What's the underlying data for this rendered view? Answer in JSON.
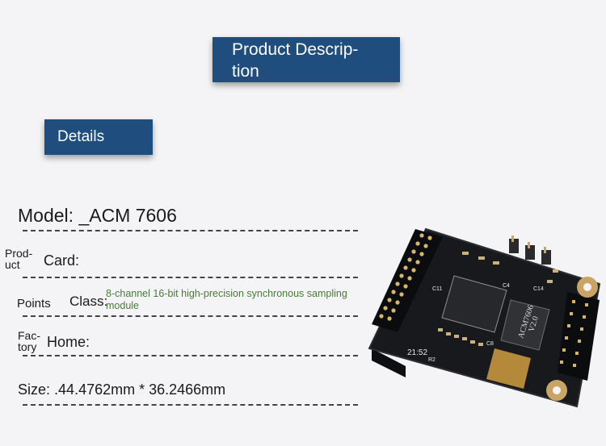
{
  "header": {
    "title_line1": "Product Descrip-",
    "title_line2": "tion"
  },
  "section": {
    "label": "Details"
  },
  "rows": {
    "model": {
      "label": "Model:",
      "value": "_ACM 7606"
    },
    "card": {
      "label_top": "Prod-",
      "label_bottom": "uct",
      "label_main": "Card:"
    },
    "points": {
      "label": "Points",
      "label2": "Class:",
      "value_line1": "8-channel 16-bit high-precision synchronous sampling",
      "value_line2": "module"
    },
    "home": {
      "label_top": "Fac-",
      "label_bottom": "tory",
      "label_main": "Home:"
    },
    "size": {
      "label": "Size:",
      "value": ".44.4762mm * 36.2466mm"
    }
  },
  "board": {
    "chip_text_1": "ACM7606",
    "chip_text_2": "V2.0",
    "silk_c11": "C11",
    "silk_c8": "C8",
    "silk_code": "21:52",
    "silk_r2": "R2",
    "silk_c4": "C4",
    "silk_c14": "C14"
  },
  "colors": {
    "banner": "#1f4d7e",
    "pcb": "#17191d",
    "green_text": "#4a7a3a"
  }
}
